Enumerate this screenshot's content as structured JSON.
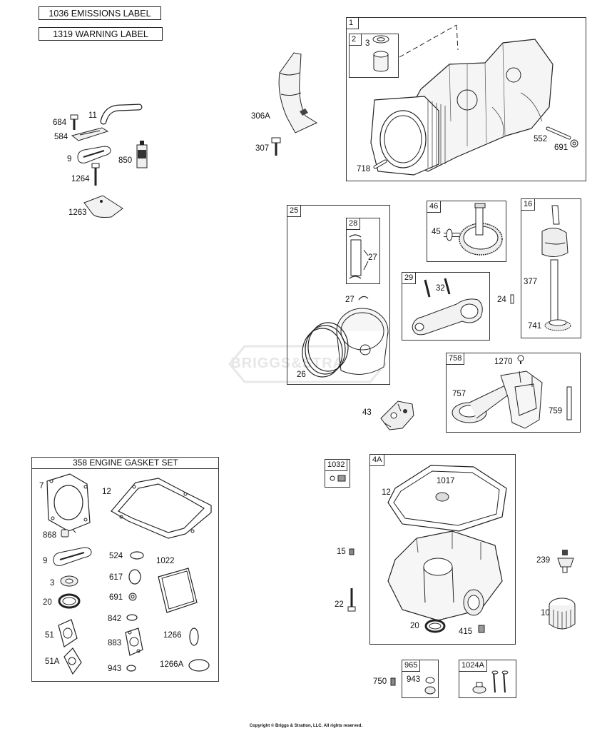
{
  "labels": {
    "emissions": "1036 EMISSIONS LABEL",
    "warning": "1319 WARNING LABEL"
  },
  "watermark": "BRIGGS&STRATTON",
  "copyright": "Copyright © Briggs & Stratton, LLC. All rights reserved.",
  "gasket_set": {
    "title": "358 ENGINE GASKET SET"
  },
  "boxes": {
    "b1": "1",
    "b2": "2",
    "b25": "25",
    "b28": "28",
    "b46": "46",
    "b16": "16",
    "b29": "29",
    "b758": "758",
    "b1032": "1032",
    "b4a": "4A",
    "b965": "965",
    "b1024a": "1024A"
  },
  "parts": {
    "p3a": "3",
    "p552": "552",
    "p691a": "691",
    "p718": "718",
    "p684": "684",
    "p11": "11",
    "p584": "584",
    "p9a": "9",
    "p850": "850",
    "p1264": "1264",
    "p1263": "1263",
    "p306a": "306A",
    "p307": "307",
    "p27a": "27",
    "p27b": "27",
    "p26": "26",
    "p45": "45",
    "p32": "32",
    "p24": "24",
    "p377": "377",
    "p741": "741",
    "p1270": "1270",
    "p757": "757",
    "p759": "759",
    "p43": "43",
    "p7": "7",
    "p12a": "12",
    "p868": "868",
    "p9b": "9",
    "p524": "524",
    "p1022": "1022",
    "p617": "617",
    "p3b": "3",
    "p691b": "691",
    "p20a": "20",
    "p842": "842",
    "p51": "51",
    "p883": "883",
    "p1266": "1266",
    "p51a": "51A",
    "p943a": "943",
    "p1266a": "1266A",
    "p12b": "12",
    "p1017": "1017",
    "p15": "15",
    "p239": "239",
    "p22": "22",
    "p20b": "20",
    "p415": "415",
    "p1027": "1027",
    "p750": "750",
    "p943b": "943"
  }
}
